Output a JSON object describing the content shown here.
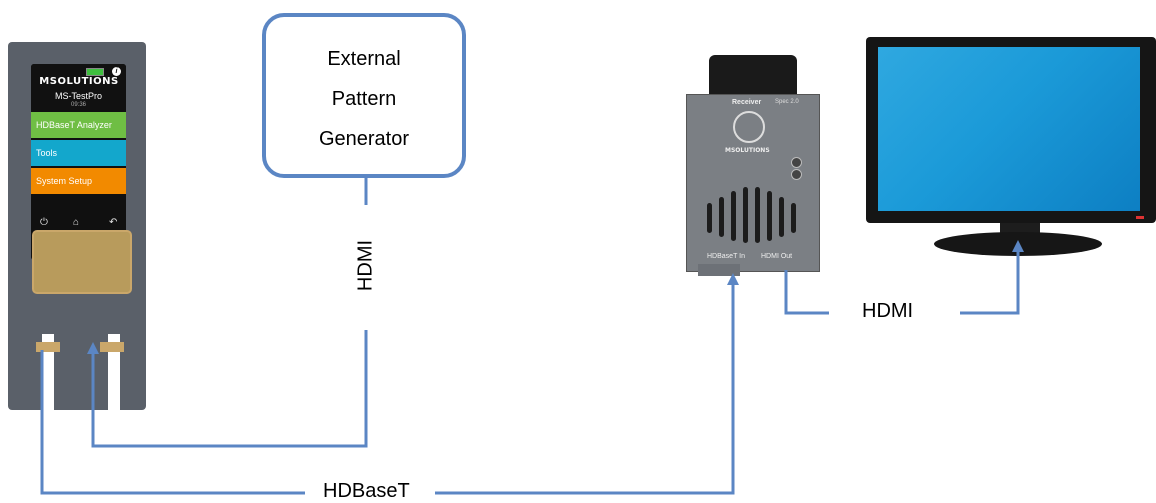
{
  "generator": {
    "line1": "External",
    "line2": "Pattern",
    "line3": "Generator"
  },
  "tester": {
    "brand": "MSOLUTIONS",
    "model": "MS-TestPro",
    "time": "09:36",
    "menu": [
      "HDBaseT Analyzer",
      "Tools",
      "System Setup"
    ],
    "nav_icons": [
      "power-icon",
      "home-icon",
      "back-icon"
    ]
  },
  "receiver": {
    "title": "Receiver",
    "spec": "Spec 2.0",
    "brand": "MSOLUTIONS",
    "port_in": "HDBaseT In",
    "port_out": "HDMI Out"
  },
  "cables": {
    "hdmi_vertical": "HDMI",
    "hdmi_right": "HDMI",
    "hdbaset": "HDBaseT"
  },
  "colors": {
    "connector": "#5b86c4"
  }
}
